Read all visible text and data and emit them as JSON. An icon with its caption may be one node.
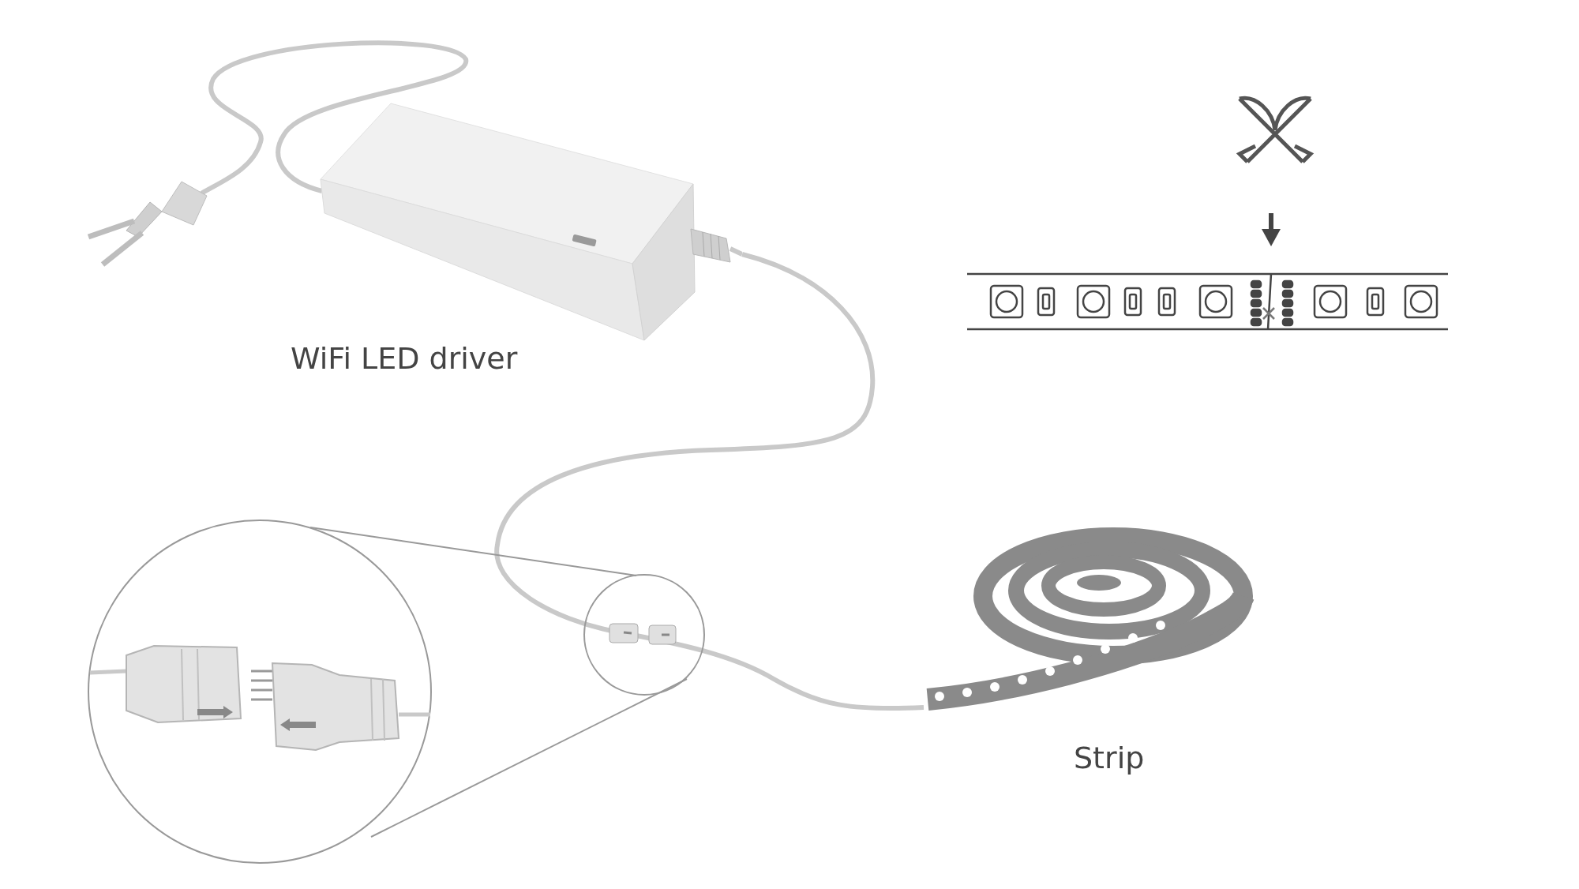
{
  "diagram": {
    "nodes": [
      {
        "text": [
          "WiFi LED driver"
        ]
      },
      {
        "text": [
          "Strip"
        ]
      }
    ],
    "edges": [
      {
        "from": 0,
        "to": 1,
        "arrow": "none"
      }
    ]
  }
}
